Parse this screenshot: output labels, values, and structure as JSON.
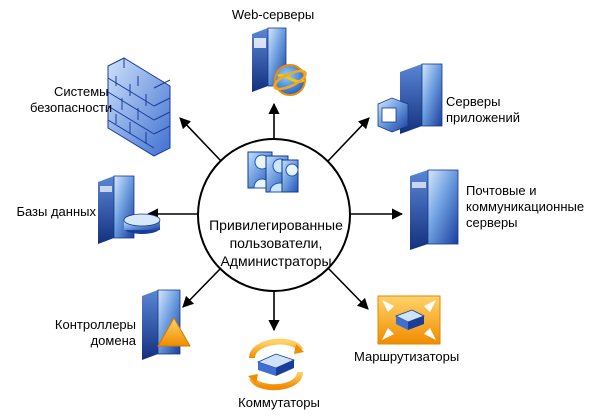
{
  "center": {
    "label_lines": [
      "Привилегированные",
      "пользователи,",
      "Администраторы"
    ],
    "icon": "users-group-icon"
  },
  "nodes": {
    "web": {
      "lines": [
        "Web-серверы"
      ],
      "icon": "web-server-globe-icon"
    },
    "apps": {
      "lines": [
        "Серверы",
        "приложений"
      ],
      "icon": "application-server-icon"
    },
    "mail": {
      "lines": [
        "Почтовые и",
        "коммуникационные",
        "серверы"
      ],
      "icon": "mail-server-icon"
    },
    "routers": {
      "lines": [
        "Маршрутизаторы"
      ],
      "icon": "router-icon"
    },
    "switches": {
      "lines": [
        "Коммутаторы"
      ],
      "icon": "switch-icon"
    },
    "dc": {
      "lines": [
        "Контроллеры",
        "домена"
      ],
      "icon": "domain-controller-icon"
    },
    "db": {
      "lines": [
        "Базы данных"
      ],
      "icon": "database-server-icon"
    },
    "security": {
      "lines": [
        "Системы",
        "безопасности"
      ],
      "icon": "firewall-icon"
    }
  },
  "colors": {
    "server_light": "#9cc3f0",
    "server_dark": "#1a3d9c",
    "accent_orange": "#f5a623",
    "accent_yellow": "#f7c600",
    "arrow": "#000000"
  }
}
